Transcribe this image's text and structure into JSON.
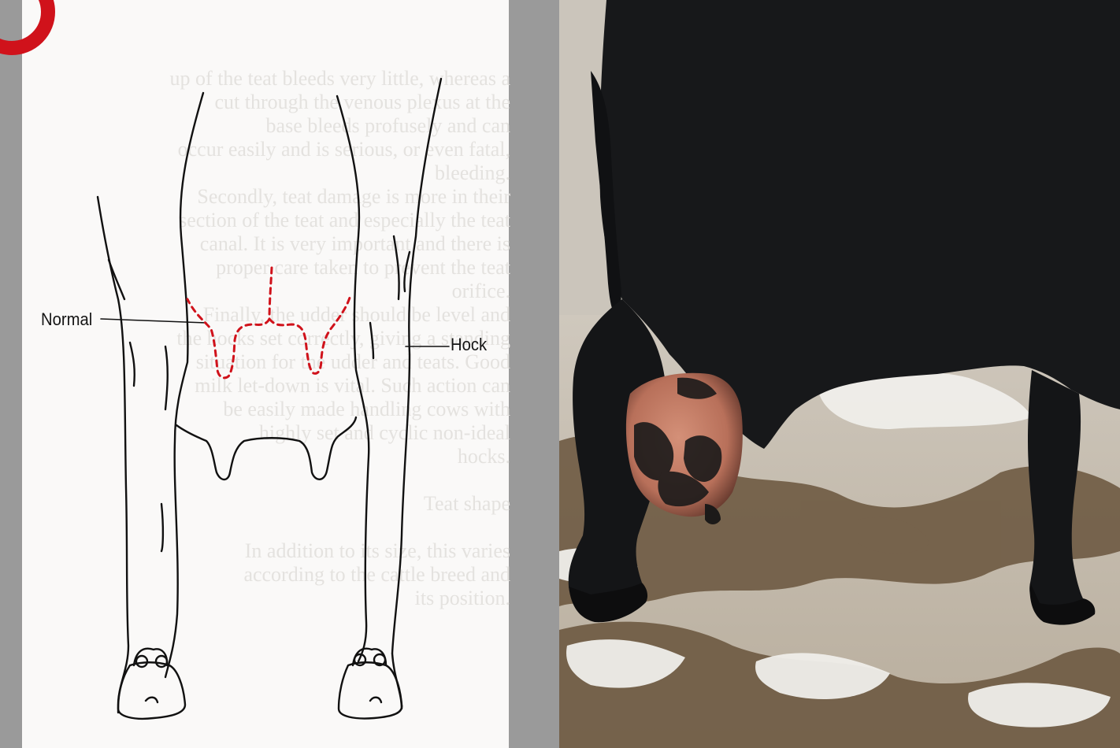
{
  "diagram": {
    "labels": {
      "normal": "Normal",
      "hock": "Hock"
    },
    "colors": {
      "outline": "#111111",
      "udder_dashed_outline": "#d0121b",
      "badge": "#d0121b"
    }
  },
  "photo": {
    "subject": "rear view of a black cow standing on a dirty concrete floor, udder visible between the hind legs",
    "colors": {
      "hide": "#17181a",
      "udder_skin": "#c78067",
      "floor": "#d6cfc4",
      "manure": "#6e5a42"
    }
  }
}
